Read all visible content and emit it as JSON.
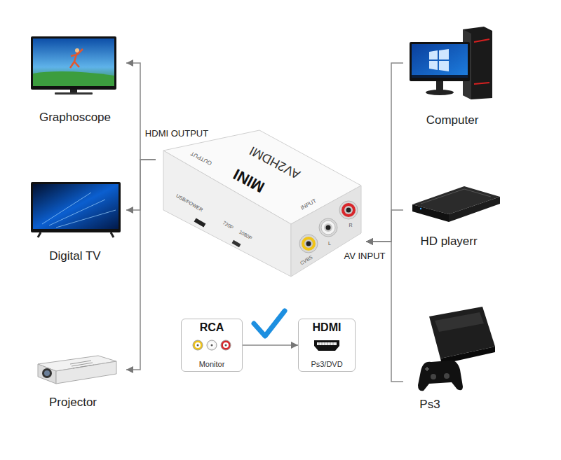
{
  "diagram": {
    "nodes": [
      {
        "text": [
          "Graphoscope"
        ]
      },
      {
        "text": [
          "Digital TV"
        ]
      },
      {
        "text": [
          "Projector"
        ]
      },
      {
        "text": [
          "AV2HDMI",
          "MINI",
          "OUTPUT",
          "INPUT",
          "USB/POWER",
          "720P",
          "1080P",
          "CVBS",
          "L",
          "R"
        ]
      },
      {
        "text": [
          "Computer"
        ]
      },
      {
        "text": [
          "HD playerr"
        ]
      },
      {
        "text": [
          "Ps3"
        ]
      },
      {
        "text": [
          "RCA",
          "Monitor"
        ]
      },
      {
        "text": [
          "HDMI",
          "Ps3/DVD"
        ]
      }
    ],
    "edges": [
      {
        "from": 3,
        "to": 0,
        "arrow": "to",
        "label": "HDMI OUTPUT"
      },
      {
        "from": 3,
        "to": 1,
        "arrow": "to"
      },
      {
        "from": 3,
        "to": 2,
        "arrow": "to"
      },
      {
        "from": 4,
        "to": 3,
        "arrow": "to",
        "label": "AV INPUT"
      },
      {
        "from": 5,
        "to": 3,
        "arrow": "to"
      },
      {
        "from": 6,
        "to": 3,
        "arrow": "to"
      },
      {
        "from": 7,
        "to": 8,
        "arrow": "to"
      }
    ]
  }
}
